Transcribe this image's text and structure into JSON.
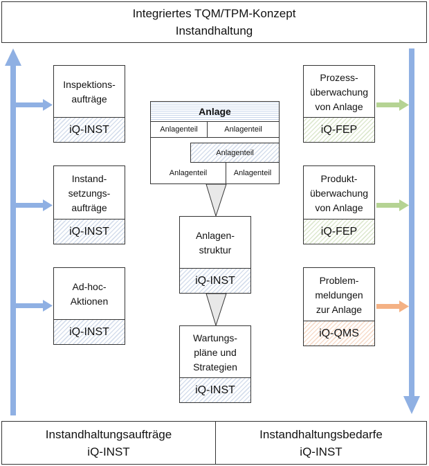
{
  "title": {
    "line1": "Integriertes TQM/TPM-Konzept",
    "line2": "Instandhaltung"
  },
  "left": [
    {
      "lines": [
        "Inspektions-",
        "aufträge"
      ],
      "tag": "iQ-INST"
    },
    {
      "lines": [
        "Instand-",
        "setzungs-",
        "aufträge"
      ],
      "tag": "iQ-INST"
    },
    {
      "lines": [
        "Ad-hoc-",
        "Aktionen"
      ],
      "tag": "iQ-INST"
    }
  ],
  "right": [
    {
      "lines": [
        "Prozess-",
        "überwachung",
        "von Anlage"
      ],
      "tag": "iQ-FEP"
    },
    {
      "lines": [
        "Produkt-",
        "überwachung",
        "von Anlage"
      ],
      "tag": "iQ-FEP"
    },
    {
      "lines": [
        "Problem-",
        "meldungen",
        "zur Anlage"
      ],
      "tag": "iQ-QMS"
    }
  ],
  "anlage": {
    "header": "Anlage",
    "part_label": "Anlagenteil",
    "parts": [
      "Anlagenteil",
      "Anlagenteil",
      "Anlagenteil",
      "Anlagenteil",
      "Anlagenteil"
    ]
  },
  "center": [
    {
      "lines": [
        "Anlagen-",
        "struktur"
      ],
      "tag": "iQ-INST"
    },
    {
      "lines": [
        "Wartungs-",
        "pläne und",
        "Strategien"
      ],
      "tag": "iQ-INST"
    }
  ],
  "bottom": [
    {
      "line1": "Instandhaltungsaufträge",
      "line2": "iQ-INST"
    },
    {
      "line1": "Instandhaltungsbedarfe",
      "line2": "iQ-INST"
    }
  ],
  "colors": {
    "blue_arrow": "#8fb0e3",
    "green_arrow": "#b5d393",
    "orange_arrow": "#f4b184",
    "border": "#333333"
  }
}
